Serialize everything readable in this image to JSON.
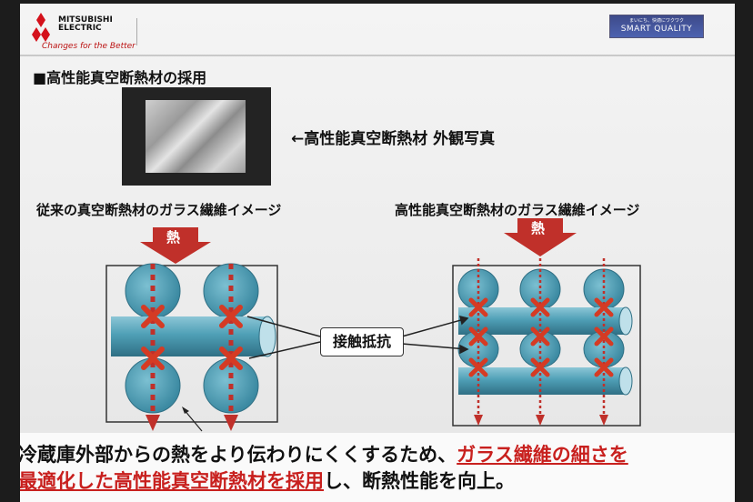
{
  "header": {
    "logo_name_line1": "MITSUBISHI",
    "logo_name_line2": "ELECTRIC",
    "logo_tagline": "Changes for the Better",
    "badge_small": "まいにち、快適にワクワク",
    "badge_main": "SMART QUALITY"
  },
  "section_title": "■高性能真空断熱材の採用",
  "photo_caption": "←高性能真空断熱材 外観写真",
  "left_caption": "従来の真空断熱材のガラス繊維イメージ",
  "right_caption": "高性能真空断熱材のガラス繊維イメージ",
  "heat_label": "熱",
  "contact_label": "接触抵抗",
  "footer": {
    "line1_plain": "冷蔵庫外部からの熱をより伝わりにくくするため、",
    "line1_red": "ガラス繊維の細さを",
    "line2_red": "最適化した高性能真空断熱材を採用",
    "line2_plain": "し、断熱性能を向上。"
  },
  "colors": {
    "accent_red": "#c8201e",
    "fiber_blue": "#4f9fb6",
    "heat_arrow": "#c0302a",
    "badge_blue": "#3d4a8a"
  }
}
